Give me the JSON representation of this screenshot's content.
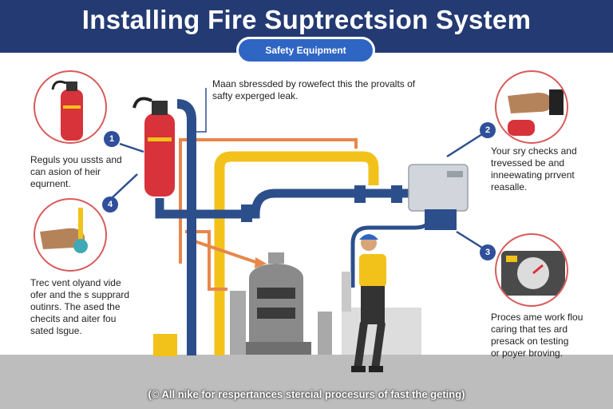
{
  "header": {
    "title": "Installing Fire Suptrectsion System",
    "badge": "Safety Equipment"
  },
  "callouts": {
    "top_center": [
      "Maan sbressded by rowefect this the provalts of",
      "safty experged leak."
    ],
    "left_1": [
      "Reguls you ussts and",
      "can asion of heir",
      "equrnent."
    ],
    "left_2": [
      "Trec vent olyand vide",
      "ofer and the s supprard",
      "outinrs. The ased the",
      "checits and aiter fou",
      "sated lsgue."
    ],
    "right_1": [
      "Your sry checks and",
      "trevessed be and",
      "inneewating prrvent",
      "reasalle."
    ],
    "right_2": [
      "Proces ame work flou",
      "caring that tes ard",
      "presack on testing",
      "or poyer broving."
    ]
  },
  "numbers": [
    "1",
    "2",
    "3",
    "4"
  ],
  "icons": [
    "fire-extinguisher-icon",
    "hand-icon",
    "control-panel-icon",
    "pressure-gauge-icon"
  ],
  "footer": "(© All nike for respertances stercial procesurs of fast the geting)",
  "colors": {
    "header": "#243a73",
    "accent_blue": "#2f66c4",
    "pipe_blue": "#2c4f8c",
    "pipe_yellow": "#f2c21a",
    "pipe_orange": "#e8874a",
    "extinguisher_red": "#d8323a",
    "circle_border": "#d95a5a"
  }
}
